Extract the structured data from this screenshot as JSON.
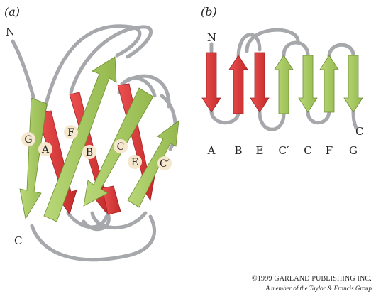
{
  "panels": {
    "a_label": "(a)",
    "b_label": "(b)"
  },
  "panel_a": {
    "n_terminus": "N",
    "c_terminus": "C",
    "strand_labels": [
      "G",
      "A",
      "F",
      "B",
      "C",
      "E",
      "C′"
    ]
  },
  "panel_b": {
    "n_terminus": "N",
    "c_terminus": "C",
    "order": [
      "A",
      "B",
      "E",
      "C′",
      "C",
      "F",
      "G"
    ]
  },
  "credit": {
    "line1": "©1999 GARLAND PUBLISHING INC.",
    "line2": "A member of the Taylor & Francis Group"
  },
  "colors": {
    "red_strand": "#df3b3b",
    "green_strand": "#a9cb63",
    "loop": "#a6a8ab",
    "label_disc": "#f6e7cf"
  }
}
